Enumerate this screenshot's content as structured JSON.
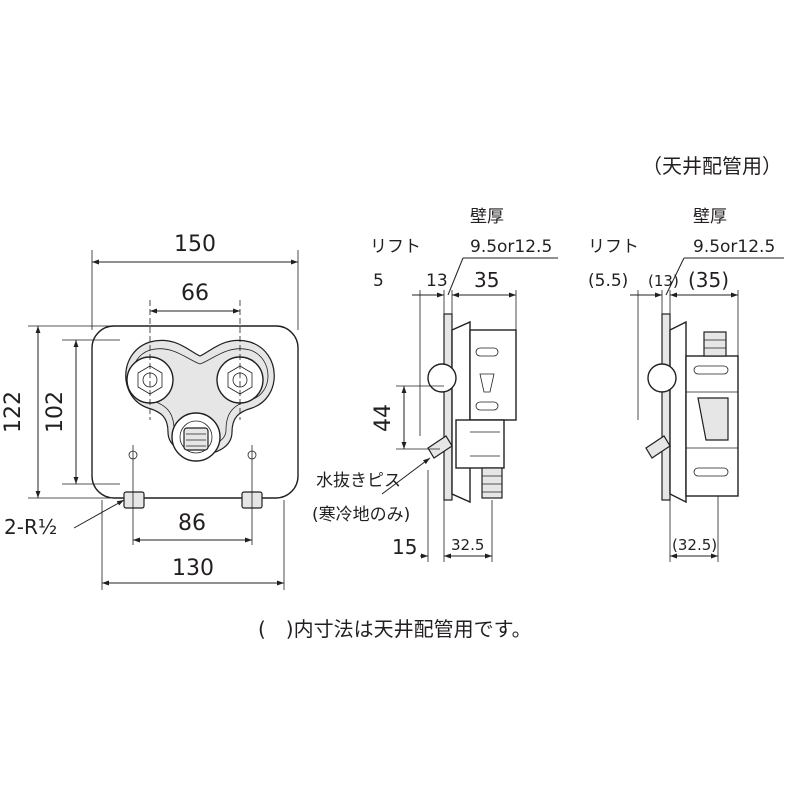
{
  "header": {
    "ceiling_label": "（天井配管用）"
  },
  "front": {
    "dim_150": "150",
    "dim_66": "66",
    "dim_122": "122",
    "dim_102": "102",
    "dim_86": "86",
    "dim_130": "130",
    "thread_label": "2-R½"
  },
  "side1": {
    "wall_label": "壁厚",
    "wall_value": "9.5or12.5",
    "lift_label": "リフト",
    "lift_value": "5",
    "dim_13": "13",
    "dim_35": "35",
    "dim_44": "44",
    "drain_label": "水抜きピス",
    "drain_note": "(寒冷地のみ)",
    "dim_15": "15",
    "dim_32_5": "32.5"
  },
  "side2": {
    "wall_label": "壁厚",
    "wall_value": "9.5or12.5",
    "lift_label": "リフト",
    "lift_value": "(5.5)",
    "dim_13": "(13)",
    "dim_35": "(35)",
    "dim_32_5": "(32.5)"
  },
  "footer": {
    "note": "(　)内寸法は天井配管用です。"
  }
}
